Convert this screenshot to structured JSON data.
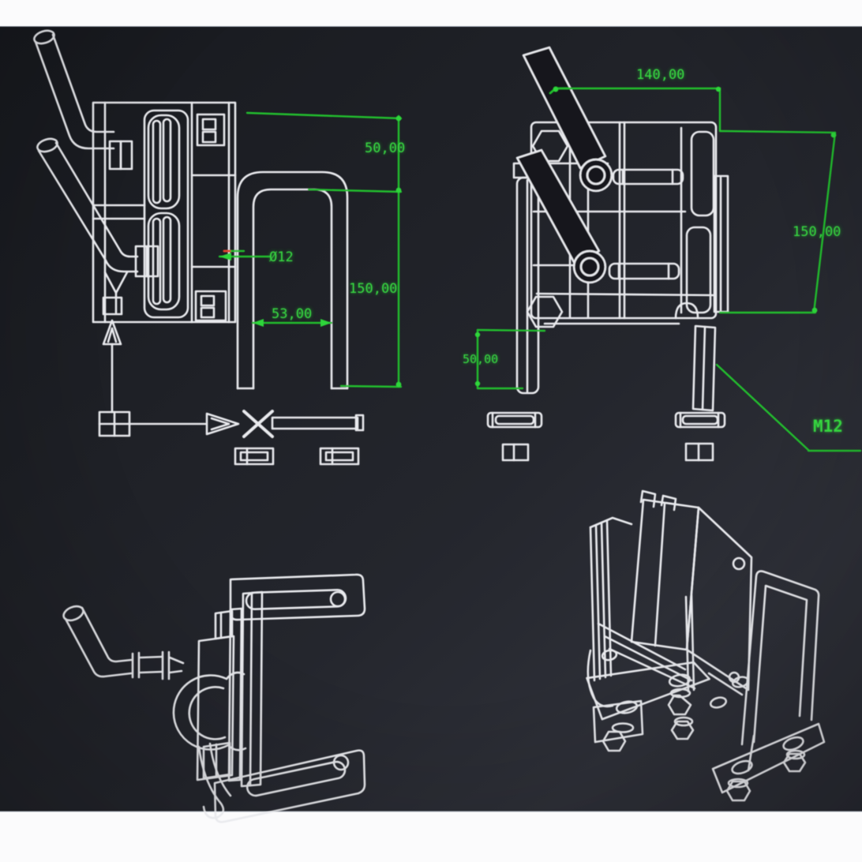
{
  "canvas": {
    "description": "CAD drawing viewport (photo of screen)",
    "background_color": "#212329",
    "paper_color": "#fbfbfc",
    "line_color": "#e9eaee",
    "dimension_color": "#2ed63a"
  },
  "views": {
    "side": {
      "dims": {
        "offset_top": "50,00",
        "height": "150,00",
        "hole_dia": "Ø12",
        "leg_span": "53,00"
      }
    },
    "front": {
      "dims": {
        "width": "140,00",
        "height": "150,00",
        "leg_offset": "50,00",
        "thread_callout": "M12"
      }
    }
  }
}
